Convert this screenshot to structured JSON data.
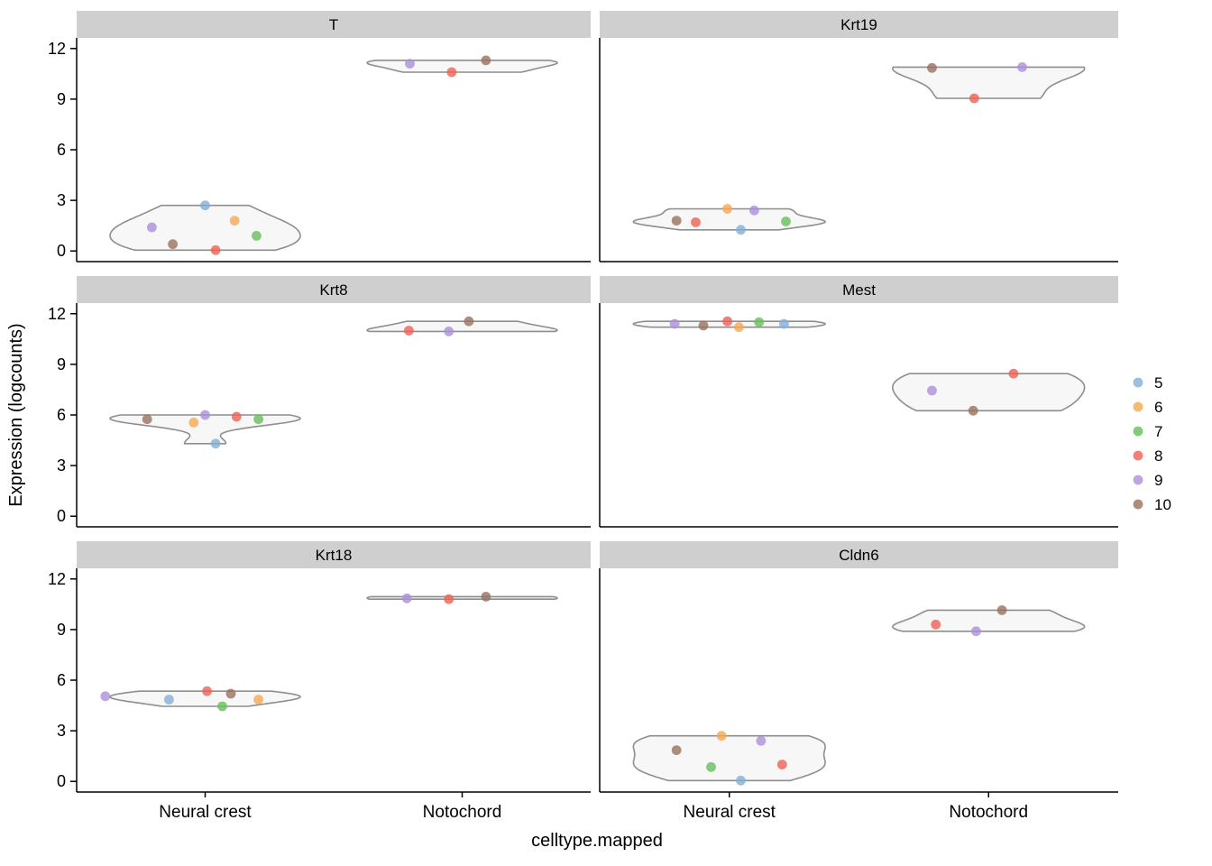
{
  "chart_data": {
    "type": "violin+jitter",
    "xlabel": "celltype.mapped",
    "ylabel": "Expression (logcounts)",
    "x_categories": [
      "Neural crest",
      "Notochord"
    ],
    "yticks": [
      0,
      3,
      6,
      9,
      12
    ],
    "ylim": [
      0,
      12
    ],
    "facet_layout": {
      "ncol": 2,
      "nrow": 3
    },
    "legend": {
      "title": "",
      "position": "right",
      "entries": [
        {
          "label": "5",
          "color": "#82AFD4"
        },
        {
          "label": "6",
          "color": "#F5A952"
        },
        {
          "label": "7",
          "color": "#68BE5D"
        },
        {
          "label": "8",
          "color": "#EE6255"
        },
        {
          "label": "9",
          "color": "#AB8FD8"
        },
        {
          "label": "10",
          "color": "#99705E"
        }
      ]
    },
    "style": {
      "strip_fill": "#CFCFCF",
      "violin_fill": "#F7F7F7",
      "violin_stroke": "#8E8E8E",
      "axis_color": "#000000",
      "point_opacity": 0.8
    },
    "facets": [
      {
        "title": "T",
        "points": [
          {
            "group": "Neural crest",
            "stage": "5",
            "y": 2.7,
            "dx": 0.0
          },
          {
            "group": "Neural crest",
            "stage": "6",
            "y": 1.8,
            "dx": 0.31
          },
          {
            "group": "Neural crest",
            "stage": "7",
            "y": 0.9,
            "dx": 0.54
          },
          {
            "group": "Neural crest",
            "stage": "8",
            "y": 0.05,
            "dx": 0.11
          },
          {
            "group": "Neural crest",
            "stage": "9",
            "y": 1.4,
            "dx": -0.56
          },
          {
            "group": "Neural crest",
            "stage": "10",
            "y": 0.4,
            "dx": -0.34
          },
          {
            "group": "Notochord",
            "stage": "8",
            "y": 10.6,
            "dx": -0.11
          },
          {
            "group": "Notochord",
            "stage": "9",
            "y": 11.1,
            "dx": -0.55
          },
          {
            "group": "Notochord",
            "stage": "10",
            "y": 11.3,
            "dx": 0.25
          }
        ]
      },
      {
        "title": "Krt19",
        "points": [
          {
            "group": "Neural crest",
            "stage": "5",
            "y": 1.25,
            "dx": 0.12
          },
          {
            "group": "Neural crest",
            "stage": "6",
            "y": 2.5,
            "dx": -0.02
          },
          {
            "group": "Neural crest",
            "stage": "7",
            "y": 1.75,
            "dx": 0.59
          },
          {
            "group": "Neural crest",
            "stage": "8",
            "y": 1.7,
            "dx": -0.35
          },
          {
            "group": "Neural crest",
            "stage": "9",
            "y": 2.4,
            "dx": 0.26
          },
          {
            "group": "Neural crest",
            "stage": "10",
            "y": 1.8,
            "dx": -0.55
          },
          {
            "group": "Notochord",
            "stage": "8",
            "y": 9.05,
            "dx": -0.15
          },
          {
            "group": "Notochord",
            "stage": "9",
            "y": 10.9,
            "dx": 0.35
          },
          {
            "group": "Notochord",
            "stage": "10",
            "y": 10.85,
            "dx": -0.59
          }
        ]
      },
      {
        "title": "Krt8",
        "points": [
          {
            "group": "Neural crest",
            "stage": "5",
            "y": 4.3,
            "dx": 0.11
          },
          {
            "group": "Neural crest",
            "stage": "6",
            "y": 5.55,
            "dx": -0.12
          },
          {
            "group": "Neural crest",
            "stage": "7",
            "y": 5.75,
            "dx": 0.56
          },
          {
            "group": "Neural crest",
            "stage": "8",
            "y": 5.9,
            "dx": 0.33
          },
          {
            "group": "Neural crest",
            "stage": "9",
            "y": 6.0,
            "dx": 0.0
          },
          {
            "group": "Neural crest",
            "stage": "10",
            "y": 5.75,
            "dx": -0.61
          },
          {
            "group": "Notochord",
            "stage": "8",
            "y": 11.0,
            "dx": -0.56
          },
          {
            "group": "Notochord",
            "stage": "9",
            "y": 10.95,
            "dx": -0.14
          },
          {
            "group": "Notochord",
            "stage": "10",
            "y": 11.55,
            "dx": 0.07
          }
        ]
      },
      {
        "title": "Mest",
        "points": [
          {
            "group": "Neural crest",
            "stage": "5",
            "y": 11.4,
            "dx": 0.57
          },
          {
            "group": "Neural crest",
            "stage": "6",
            "y": 11.2,
            "dx": 0.1
          },
          {
            "group": "Neural crest",
            "stage": "7",
            "y": 11.5,
            "dx": 0.31
          },
          {
            "group": "Neural crest",
            "stage": "8",
            "y": 11.55,
            "dx": -0.02
          },
          {
            "group": "Neural crest",
            "stage": "9",
            "y": 11.4,
            "dx": -0.57
          },
          {
            "group": "Neural crest",
            "stage": "10",
            "y": 11.3,
            "dx": -0.27
          },
          {
            "group": "Notochord",
            "stage": "8",
            "y": 8.45,
            "dx": 0.26
          },
          {
            "group": "Notochord",
            "stage": "9",
            "y": 7.45,
            "dx": -0.59
          },
          {
            "group": "Notochord",
            "stage": "10",
            "y": 6.25,
            "dx": -0.16
          }
        ]
      },
      {
        "title": "Krt18",
        "points": [
          {
            "group": "Neural crest",
            "stage": "5",
            "y": 4.85,
            "dx": -0.38
          },
          {
            "group": "Neural crest",
            "stage": "6",
            "y": 4.85,
            "dx": 0.56
          },
          {
            "group": "Neural crest",
            "stage": "7",
            "y": 4.45,
            "dx": 0.18
          },
          {
            "group": "Neural crest",
            "stage": "8",
            "y": 5.35,
            "dx": 0.02
          },
          {
            "group": "Neural crest",
            "stage": "9",
            "y": 5.05,
            "dx": -1.05
          },
          {
            "group": "Neural crest",
            "stage": "10",
            "y": 5.2,
            "dx": 0.27
          },
          {
            "group": "Notochord",
            "stage": "8",
            "y": 10.8,
            "dx": -0.14
          },
          {
            "group": "Notochord",
            "stage": "9",
            "y": 10.85,
            "dx": -0.58
          },
          {
            "group": "Notochord",
            "stage": "10",
            "y": 10.95,
            "dx": 0.25
          }
        ]
      },
      {
        "title": "Cldn6",
        "points": [
          {
            "group": "Neural crest",
            "stage": "5",
            "y": 0.05,
            "dx": 0.12
          },
          {
            "group": "Neural crest",
            "stage": "6",
            "y": 2.7,
            "dx": -0.08
          },
          {
            "group": "Neural crest",
            "stage": "7",
            "y": 0.85,
            "dx": -0.19
          },
          {
            "group": "Neural crest",
            "stage": "8",
            "y": 1.0,
            "dx": 0.55
          },
          {
            "group": "Neural crest",
            "stage": "9",
            "y": 2.4,
            "dx": 0.33
          },
          {
            "group": "Neural crest",
            "stage": "10",
            "y": 1.85,
            "dx": -0.55
          },
          {
            "group": "Notochord",
            "stage": "8",
            "y": 9.3,
            "dx": -0.55
          },
          {
            "group": "Notochord",
            "stage": "9",
            "y": 8.9,
            "dx": -0.13
          },
          {
            "group": "Notochord",
            "stage": "10",
            "y": 10.15,
            "dx": 0.14
          }
        ]
      }
    ]
  }
}
